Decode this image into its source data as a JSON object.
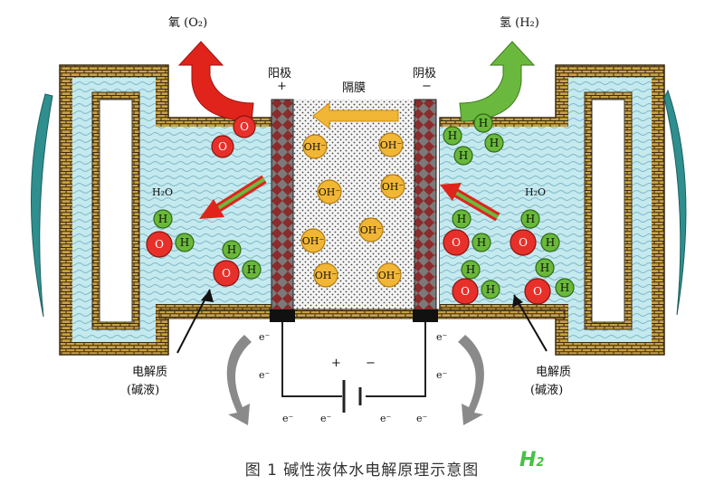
{
  "title": {
    "left_gas": "氧 (O₂)",
    "right_gas": "氢 (H₂)"
  },
  "labels": {
    "anode": "阳极",
    "anode_sign": "+",
    "cathode": "阴极",
    "cathode_sign": "−",
    "membrane": "隔膜",
    "water_left": "H₂O",
    "water_right": "H₂O",
    "electrolyte": "电解质",
    "electrolyte_sub": "(碱液)",
    "battery_plus": "+",
    "battery_minus": "−",
    "electron": "e⁻"
  },
  "molecules": {
    "oxygen": "O",
    "hydrogen": "H",
    "hydroxide": "OH⁻"
  },
  "caption": "图 1 碱性液体水电解原理示意图",
  "watermark": "H₂",
  "colors": {
    "brick": "#c49a3f",
    "liquid": "#bfe7ee",
    "electrode": "#8b3a3a",
    "oxygen": "#e8302a",
    "hydrogen": "#69b83a",
    "hydroxide": "#f2b636",
    "arrow_red": "#e0241b",
    "arrow_green": "#6ab93e"
  }
}
